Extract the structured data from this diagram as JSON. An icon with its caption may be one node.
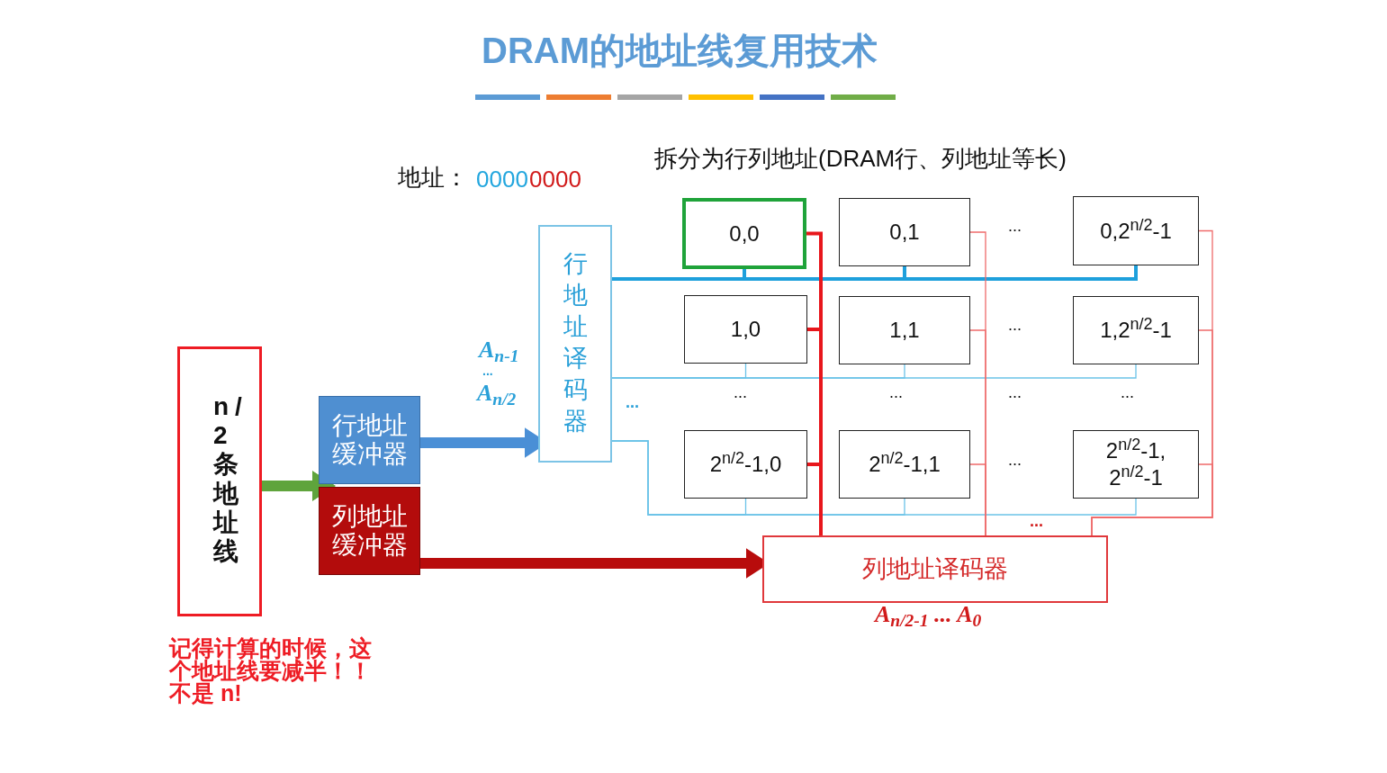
{
  "diagram": {
    "title": "DRAM的地址线复用技术",
    "nodes": [
      {
        "text": [
          "n/2条地址线"
        ]
      },
      {
        "text": [
          "行地址缓冲器"
        ]
      },
      {
        "text": [
          "列地址缓冲器"
        ]
      },
      {
        "text": [
          "行地址译码器"
        ]
      },
      {
        "text": [
          "0,0"
        ]
      },
      {
        "text": [
          "0,1"
        ]
      },
      {
        "text": [
          "0,2$^{n/2}$-1"
        ]
      },
      {
        "text": [
          "1,0"
        ]
      },
      {
        "text": [
          "1,1"
        ]
      },
      {
        "text": [
          "1,2$^{n/2}$-1"
        ]
      },
      {
        "text": [
          "2$^{n/2}$-1,0"
        ]
      },
      {
        "text": [
          "2$^{n/2}$-1,1"
        ]
      },
      {
        "text": [
          "2$^{n/2}$-1, 2$^{n/2}$-1"
        ]
      },
      {
        "text": [
          "列地址译码器"
        ],
        "beside": [
          "A$_{n/2-1}$ ... A$_{0}$"
        ]
      }
    ],
    "edges": [
      {
        "from": 0,
        "to": 1,
        "arrow": "to",
        "style": "thick",
        "color": "#5fa43c"
      },
      {
        "from": 0,
        "to": 2,
        "arrow": "to",
        "style": "thick",
        "color": "#5fa43c"
      },
      {
        "from": 1,
        "to": 3,
        "arrow": "to",
        "style": "thick",
        "color": "#4a8fd6"
      },
      {
        "from": 2,
        "to": 13,
        "arrow": "to",
        "style": "thick",
        "color": "#b80c0c"
      },
      {
        "from": 3,
        "to": 4,
        "arrow": "none",
        "style": "thick",
        "color": "#1ea0dc"
      },
      {
        "from": 3,
        "to": 5,
        "arrow": "none",
        "style": "thick",
        "color": "#1ea0dc"
      },
      {
        "from": 3,
        "to": 6,
        "arrow": "none",
        "style": "thick",
        "color": "#1ea0dc"
      },
      {
        "from": 3,
        "to": 7,
        "arrow": "none",
        "color": "#6cc3e8"
      },
      {
        "from": 3,
        "to": 8,
        "arrow": "none",
        "color": "#6cc3e8"
      },
      {
        "from": 3,
        "to": 9,
        "arrow": "none",
        "color": "#6cc3e8"
      },
      {
        "from": 3,
        "to": 10,
        "arrow": "none",
        "color": "#6cc3e8"
      },
      {
        "from": 3,
        "to": 11,
        "arrow": "none",
        "color": "#6cc3e8"
      },
      {
        "from": 3,
        "to": 12,
        "arrow": "none",
        "color": "#6cc3e8"
      },
      {
        "from": 13,
        "to": 4,
        "arrow": "none",
        "style": "thick",
        "color": "#e8171c"
      },
      {
        "from": 13,
        "to": 7,
        "arrow": "none",
        "style": "thick",
        "color": "#e8171c"
      },
      {
        "from": 13,
        "to": 10,
        "arrow": "none",
        "style": "thick",
        "color": "#e8171c"
      },
      {
        "from": 13,
        "to": 5,
        "arrow": "none",
        "color": "#ef6b6b"
      },
      {
        "from": 13,
        "to": 8,
        "arrow": "none",
        "color": "#ef6b6b"
      },
      {
        "from": 13,
        "to": 11,
        "arrow": "none",
        "color": "#ef6b6b"
      },
      {
        "from": 13,
        "to": 6,
        "arrow": "none",
        "color": "#ef6b6b"
      },
      {
        "from": 13,
        "to": 9,
        "arrow": "none",
        "color": "#ef6b6b"
      },
      {
        "from": 13,
        "to": 12,
        "arrow": "none",
        "color": "#ef6b6b"
      }
    ],
    "labels": [
      "地址：",
      "0000",
      "0000",
      "拆分为行列地址(DRAM行、列地址等长)",
      "A$_{n-1}$",
      "...",
      "A$_{n/2}$",
      "...",
      "...",
      "...",
      "...",
      "...",
      "...",
      "...",
      "...",
      "...",
      "记得计算的时候，这个地址线要减半！！不是 n!"
    ]
  }
}
